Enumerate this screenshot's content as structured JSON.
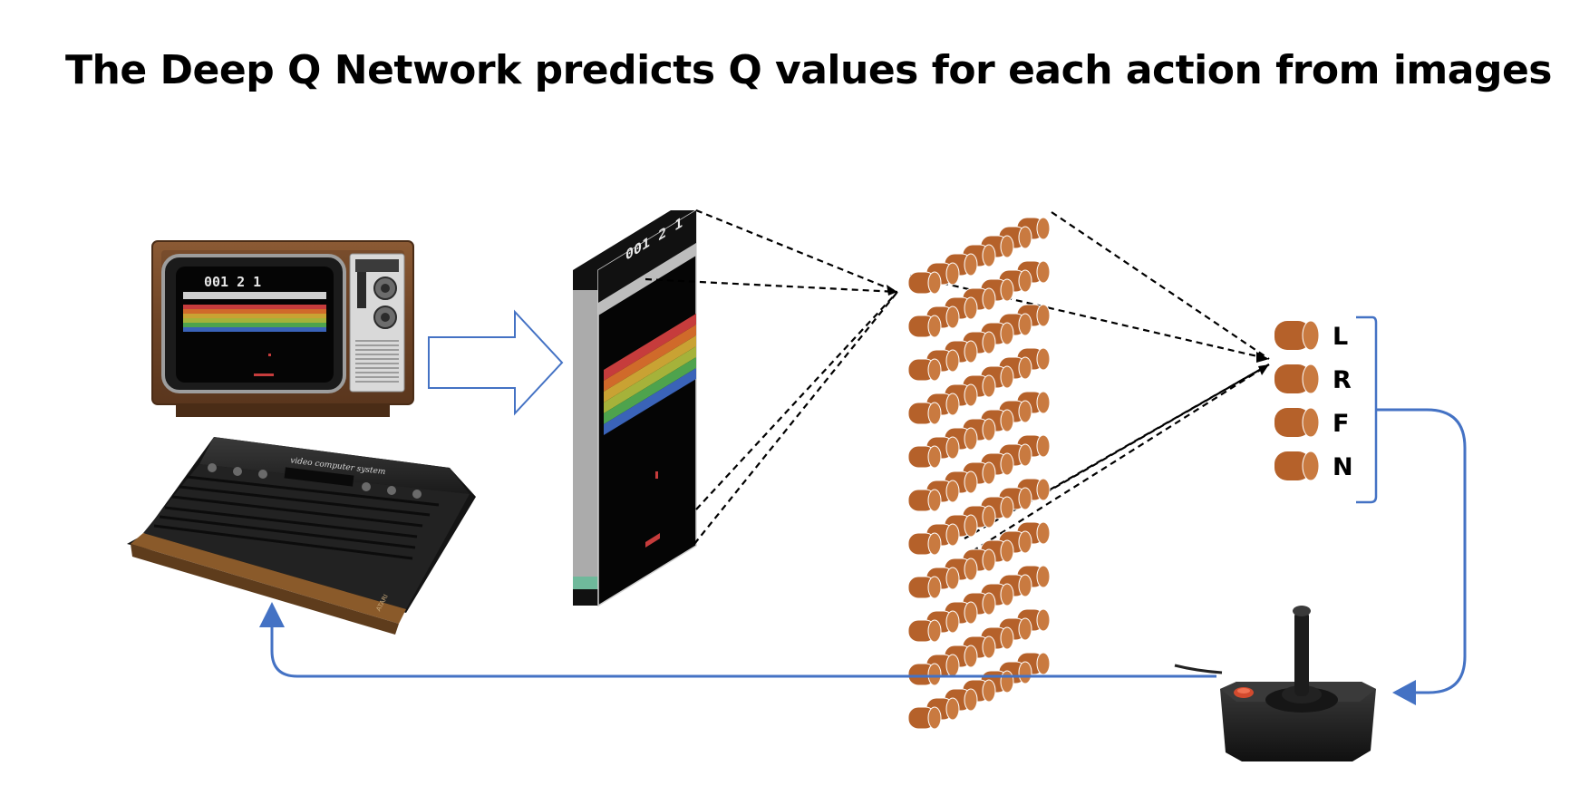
{
  "title": "The Deep Q Network predicts Q values for each action from images",
  "actions": [
    "L",
    "R",
    "F",
    "N"
  ],
  "screen": {
    "score": "001 2 1"
  },
  "console": {
    "label": "video computer system",
    "brand": "ATARI"
  },
  "colors": {
    "arrow_blue": "#4472c4",
    "neuron_fill": "#b5612a",
    "neuron_top": "#c97a40",
    "rainbow": [
      "#c63c3c",
      "#d06a2a",
      "#c9a233",
      "#a5b23a",
      "#4ea34d",
      "#3a63b8"
    ]
  },
  "icons": [
    "crt-television-icon",
    "atari-console-icon",
    "joystick-icon",
    "hollow-right-arrow-icon"
  ]
}
